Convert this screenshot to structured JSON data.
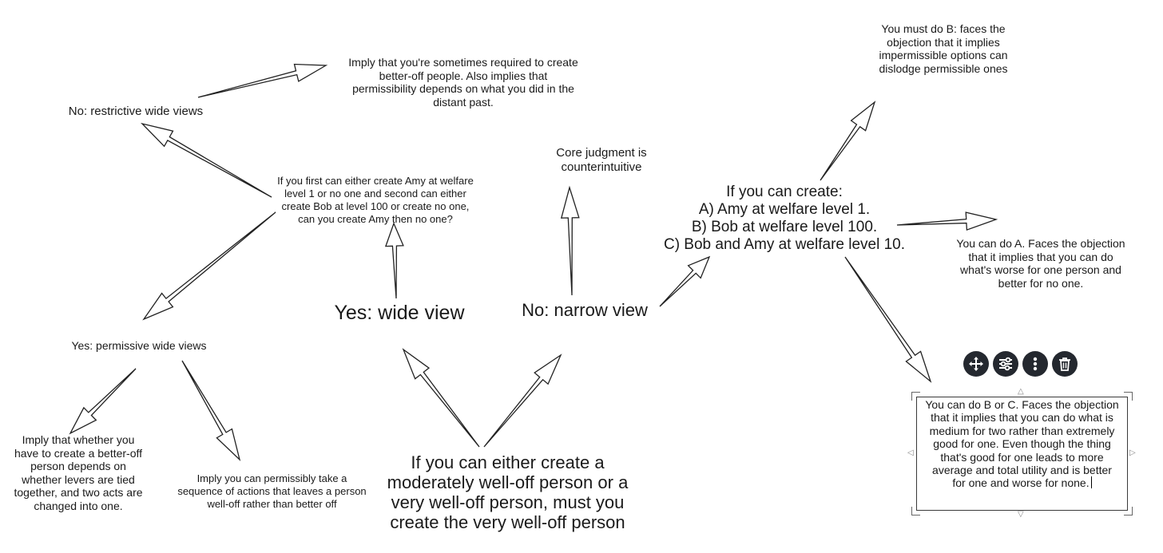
{
  "nodes": {
    "restrictive_wide": "No: restrictive wide views",
    "imply_required": "Imply that you're sometimes required to create\nbetter-off people.  Also implies that\npermissibility depends on what you did in the\ndistant past.",
    "amy_bob_question": "If you first can either create Amy  at welfare\nlevel 1 or no one and second can either\ncreate Bob  at level 100 or create no one,\ncan you create Amy then no one?",
    "permissive_wide": "Yes: permissive wide views",
    "imply_levers": "Imply that whether you\nhave to create a better-off\nperson depends on\nwhether levers are tied\ntogether, and two acts are\nchanged into  one.",
    "imply_sequence": "Imply you can permissibly take a\nsequence of actions that leaves a person\nwell-off rather than better off",
    "yes_wide": "Yes: wide view",
    "no_narrow": "No: narrow view",
    "core_judgment": "Core judgment is\ncounterintuitive",
    "main_question": "If you can either create a\nmoderately well-off person or a\nvery well-off person, must you\ncreate the very well-off person",
    "if_you_can_create": "If you can create:\nA) Amy at welfare level 1.\nB) Bob at welfare level 100.\nC) Bob and Amy at welfare level 10.",
    "must_do_b": "You must do B: faces the\nobjection that it implies\nimpermissible options can\ndislodge permissible ones",
    "can_do_a": "You can do A.  Faces the objection\nthat it implies that you can do\nwhat's worse for one person and\nbetter for no one.",
    "can_do_bc": "You can do B or C.  Faces the objection\nthat it implies that you can do what is\nmedium for two rather than extremely\ngood for one. Even though the thing\nthat's good for one leads to more\naverage and total utility and is better\nfor one and worse for none."
  },
  "toolbar": {
    "buttons": [
      "move-icon",
      "sliders-icon",
      "more-vertical-icon",
      "trash-icon"
    ],
    "color": "#24282f"
  }
}
